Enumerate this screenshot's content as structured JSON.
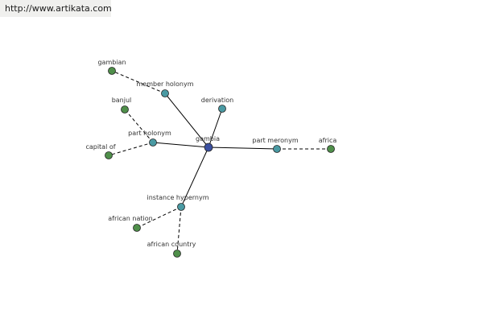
{
  "banner": {
    "url": "http://www.artikata.com"
  },
  "graph": {
    "colors": {
      "center": "#3a4fa0",
      "relation": "#4a9aa3",
      "leaf": "#4f8f4a"
    },
    "nodes": [
      {
        "id": "gambia",
        "label": "gambia",
        "kind": "center"
      },
      {
        "id": "member-holonym",
        "label": "member holonym",
        "kind": "relation"
      },
      {
        "id": "derivation",
        "label": "derivation",
        "kind": "relation"
      },
      {
        "id": "part-holonym",
        "label": "part holonym",
        "kind": "relation"
      },
      {
        "id": "part-meronym",
        "label": "part meronym",
        "kind": "relation"
      },
      {
        "id": "instance-hypernym",
        "label": "instance hypernym",
        "kind": "relation"
      },
      {
        "id": "gambian",
        "label": "gambian",
        "kind": "leaf"
      },
      {
        "id": "banjul",
        "label": "banjul",
        "kind": "leaf"
      },
      {
        "id": "capital-of",
        "label": "capital of",
        "kind": "leaf"
      },
      {
        "id": "africa",
        "label": "africa",
        "kind": "leaf"
      },
      {
        "id": "african-nation",
        "label": "african nation",
        "kind": "leaf"
      },
      {
        "id": "african-country",
        "label": "african country",
        "kind": "leaf"
      }
    ],
    "edges": [
      {
        "from": "gambia",
        "to": "member-holonym",
        "style": "solid"
      },
      {
        "from": "gambia",
        "to": "derivation",
        "style": "solid"
      },
      {
        "from": "gambia",
        "to": "part-holonym",
        "style": "solid"
      },
      {
        "from": "gambia",
        "to": "part-meronym",
        "style": "solid"
      },
      {
        "from": "gambia",
        "to": "instance-hypernym",
        "style": "solid"
      },
      {
        "from": "member-holonym",
        "to": "gambian",
        "style": "dashed"
      },
      {
        "from": "part-holonym",
        "to": "banjul",
        "style": "dashed"
      },
      {
        "from": "part-holonym",
        "to": "capital-of",
        "style": "dashed"
      },
      {
        "from": "part-meronym",
        "to": "africa",
        "style": "dashed"
      },
      {
        "from": "instance-hypernym",
        "to": "african-nation",
        "style": "dashed"
      },
      {
        "from": "instance-hypernym",
        "to": "african-country",
        "style": "dashed"
      }
    ]
  }
}
